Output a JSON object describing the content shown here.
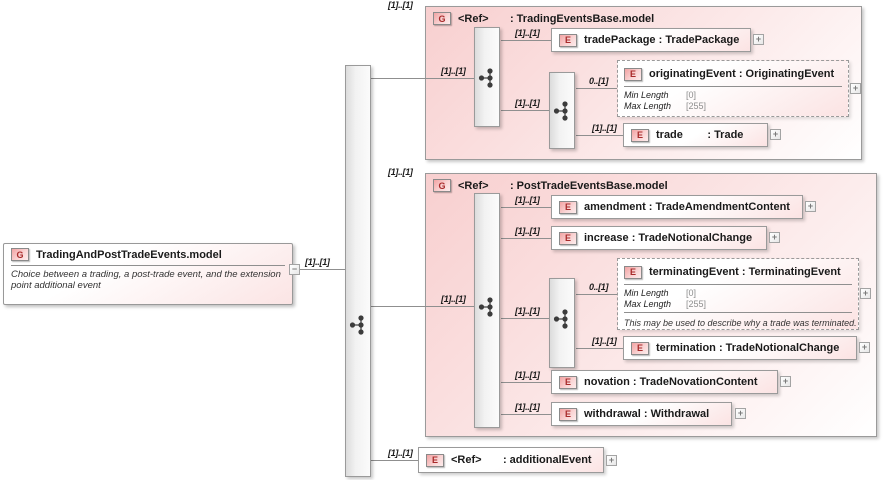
{
  "controls": {
    "expand": "+",
    "collapse": "−"
  },
  "root_box": {
    "badge": "G",
    "title": "TradingAndPostTradeEvents.model",
    "annotation": "Choice between a trading, a post-trade event, and the extension point additional event"
  },
  "cardinalities": {
    "root_to_choice": "[1]..[1]",
    "trading_group": "[1]..[1]",
    "trading_inner": "[1]..[1]",
    "trade_package": "[1]..[1]",
    "trading_choice": "[1]..[1]",
    "originating_event": "0..[1]",
    "trade": "[1]..[1]",
    "post_trade_group": "[1]..[1]",
    "post_trade_inner": "[1]..[1]",
    "amendment": "[1]..[1]",
    "increase": "[1]..[1]",
    "post_trade_choice": "[1]..[1]",
    "terminating_event": "0..[1]",
    "termination": "[1]..[1]",
    "novation": "[1]..[1]",
    "withdrawal": "[1]..[1]",
    "additional_event": "[1]..[1]"
  },
  "trading_group": {
    "badge": "G",
    "header": "<Ref>       : TradingEventsBase.model",
    "elements": {
      "trade_package": {
        "badge": "E",
        "label": "tradePackage : TradePackage"
      },
      "originating_event": {
        "badge": "E",
        "label": "originatingEvent : OriginatingEvent",
        "facets": [
          {
            "name": "Min Length",
            "value": "[0]"
          },
          {
            "name": "Max Length",
            "value": "[255]"
          }
        ]
      },
      "trade": {
        "badge": "E",
        "label": "trade        : Trade"
      }
    }
  },
  "post_trade_group": {
    "badge": "G",
    "header": "<Ref>       : PostTradeEventsBase.model",
    "elements": {
      "amendment": {
        "badge": "E",
        "label": "amendment : TradeAmendmentContent"
      },
      "increase": {
        "badge": "E",
        "label": "increase : TradeNotionalChange"
      },
      "terminating_event": {
        "badge": "E",
        "label": "terminatingEvent : TerminatingEvent",
        "facets": [
          {
            "name": "Min Length",
            "value": "[0]"
          },
          {
            "name": "Max Length",
            "value": "[255]"
          }
        ],
        "annotation": "This may be used to describe why a trade was terminated."
      },
      "termination": {
        "badge": "E",
        "label": "termination : TradeNotionalChange"
      },
      "novation": {
        "badge": "E",
        "label": "novation : TradeNovationContent"
      },
      "withdrawal": {
        "badge": "E",
        "label": "withdrawal : Withdrawal"
      }
    }
  },
  "additional_event": {
    "badge": "E",
    "label": "<Ref>       : additionalEvent"
  }
}
